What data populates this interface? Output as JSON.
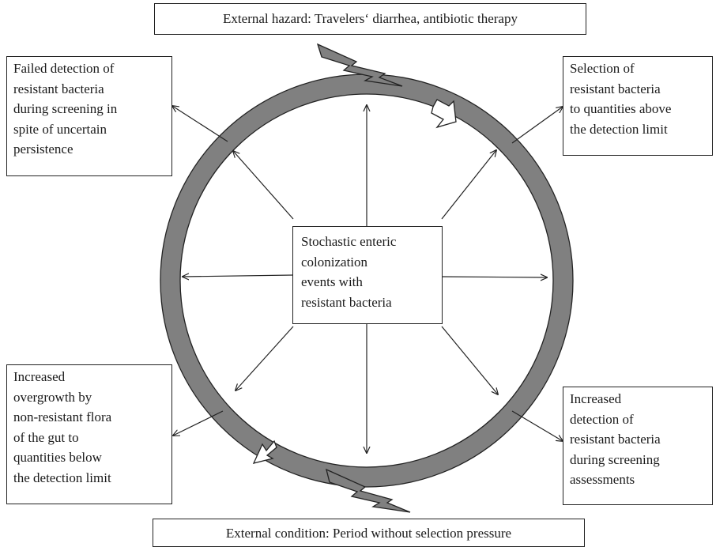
{
  "boxes": {
    "top_hazard": "External hazard: Travelers‘ diarrhea, antibiotic therapy",
    "bottom_condition": "External condition: Period without selection pressure",
    "center": [
      "Stochastic enteric",
      "colonization",
      "events with",
      "resistant bacteria"
    ],
    "top_left": [
      "Failed detection of",
      "resistant bacteria",
      "during screening in",
      "spite of uncertain",
      "persistence"
    ],
    "top_right": [
      "Selection of",
      "resistant bacteria",
      "to quantities above",
      "the detection limit"
    ],
    "bottom_left": [
      "Increased",
      "overgrowth by",
      "non-resistant flora",
      "of the gut to",
      "quantities below",
      "the detection limit"
    ],
    "bottom_right": [
      "Increased",
      "detection of",
      "resistant bacteria",
      "during screening",
      "assessments"
    ]
  },
  "colors": {
    "ring_fill": "#808080",
    "outline": "#222222",
    "lightning_fill": "#808080",
    "cycle_arrow_fill": "#ffffff"
  }
}
